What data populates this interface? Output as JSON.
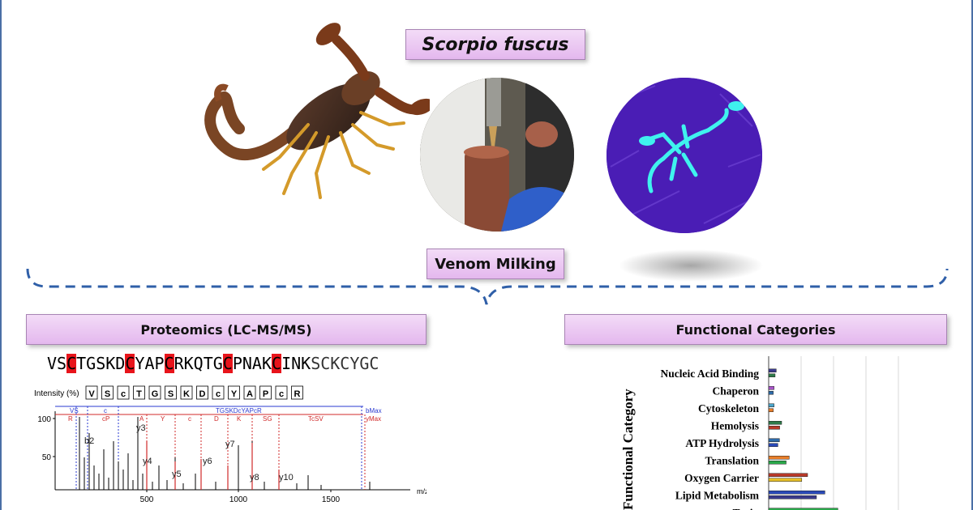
{
  "title": "Scorpio fuscus",
  "venom_milking_label": "Venom Milking",
  "proteomics": {
    "header": "Proteomics (LC-MS/MS)",
    "sequence_segments": [
      {
        "text": "VS",
        "type": "normal"
      },
      {
        "text": "C",
        "type": "cys"
      },
      {
        "text": "TGSKD",
        "type": "normal"
      },
      {
        "text": "C",
        "type": "cys"
      },
      {
        "text": "YAP",
        "type": "normal"
      },
      {
        "text": "C",
        "type": "cys"
      },
      {
        "text": "RKQTG",
        "type": "normal"
      },
      {
        "text": "C",
        "type": "cys"
      },
      {
        "text": "PNAK",
        "type": "normal"
      },
      {
        "text": "C",
        "type": "cys"
      },
      {
        "text": "INK",
        "type": "normal"
      },
      {
        "text": "SCKCYGC",
        "type": "tail"
      }
    ],
    "spectrum": {
      "intensity_label": "Intensity (%)",
      "fragment_residues": [
        "V",
        "S",
        "c",
        "T",
        "G",
        "S",
        "K",
        "D",
        "c",
        "Y",
        "A",
        "P",
        "c",
        "R"
      ],
      "y_ticks": [
        "100",
        "50"
      ],
      "x_ticks": [
        "500",
        "1000",
        "1500"
      ],
      "x_unit": "m/z",
      "ion_labels": [
        "b2",
        "y3",
        "y4",
        "y5",
        "y6",
        "y7",
        "y8",
        "y10"
      ],
      "b_series_labels": [
        "VS",
        "c",
        "TGSKDcYAPcR",
        "bMax"
      ],
      "y_series_labels": [
        "R",
        "cP",
        "A",
        "Y",
        "c",
        "D",
        "K",
        "SG",
        "TcSV",
        "yMax"
      ]
    }
  },
  "functional": {
    "header": "Functional Categories",
    "axis_title": "Functional Category",
    "colors": [
      "#3a3a8c",
      "#a855c8",
      "#4aa3c8",
      "#2f7a4a",
      "#2d6aa8",
      "#e87e2a",
      "#b83a2a",
      "#2a4ab8",
      "#2aa84a",
      "#e8c02a"
    ]
  },
  "chart_data": {
    "type": "bar",
    "orientation": "horizontal",
    "ylabel": "Functional Category",
    "categories": [
      "Nucleic Acid Binding",
      "Chaperon",
      "Cytoskeleton",
      "Hemolysis",
      "ATP Hydrolysis",
      "Translation",
      "Oxygen Carrier",
      "Lipid Metabolism",
      "Toxin"
    ],
    "values": [
      0.7,
      0.5,
      0.5,
      1.2,
      1.0,
      1.9,
      3.6,
      5.2,
      6.4
    ]
  }
}
